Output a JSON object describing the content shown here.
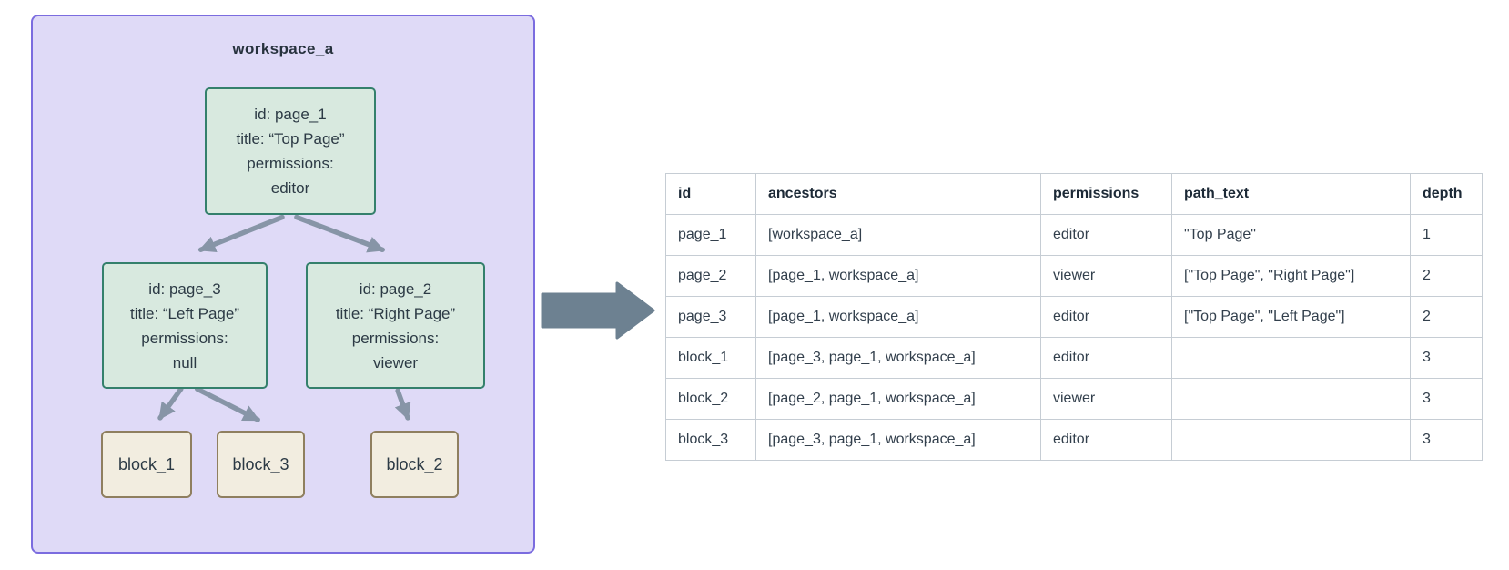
{
  "diagram": {
    "workspace_label": "workspace_a",
    "pages": [
      {
        "lines": [
          "id: page_1",
          "title: “Top Page”",
          "permissions:",
          "editor"
        ]
      },
      {
        "lines": [
          "id: page_3",
          "title: “Left Page”",
          "permissions:",
          "null"
        ]
      },
      {
        "lines": [
          "id: page_2",
          "title: “Right Page”",
          "permissions:",
          "viewer"
        ]
      }
    ],
    "blocks": [
      {
        "label": "block_1"
      },
      {
        "label": "block_3"
      },
      {
        "label": "block_2"
      }
    ],
    "icons": {
      "transform_arrow": "right-arrow"
    },
    "colors": {
      "workspace_fill": "#dfdaf7",
      "workspace_border": "#7b6cdf",
      "page_fill": "#d8e9df",
      "page_border": "#34806c",
      "block_fill": "#f2ede0",
      "block_border": "#8f7f5f",
      "edge_arrow": "#8795a7",
      "transform_arrow": "#6d8191",
      "table_border": "#c6cdd4",
      "text": "#2c3a45"
    }
  },
  "table": {
    "columns": [
      "id",
      "ancestors",
      "permissions",
      "path_text",
      "depth"
    ],
    "rows": [
      {
        "cells": [
          "page_1",
          "[workspace_a]",
          "editor",
          "\"Top Page\"",
          "1"
        ]
      },
      {
        "cells": [
          "page_2",
          "[page_1, workspace_a]",
          "viewer",
          "[\"Top Page\", \"Right Page\"]",
          "2"
        ]
      },
      {
        "cells": [
          "page_3",
          "[page_1, workspace_a]",
          "editor",
          "[\"Top Page\", \"Left Page\"]",
          "2"
        ]
      },
      {
        "cells": [
          "block_1",
          "[page_3, page_1, workspace_a]",
          "editor",
          "",
          "3"
        ]
      },
      {
        "cells": [
          "block_2",
          "[page_2, page_1, workspace_a]",
          "viewer",
          "",
          "3"
        ]
      },
      {
        "cells": [
          "block_3",
          "[page_3, page_1, workspace_a]",
          "editor",
          "",
          "3"
        ]
      }
    ]
  }
}
